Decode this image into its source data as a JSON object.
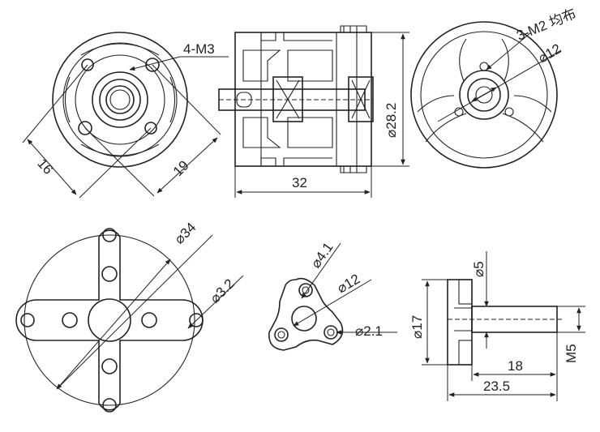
{
  "views": {
    "front": {
      "label_holes": "4-M3",
      "dim_a": "16",
      "dim_b": "19"
    },
    "side": {
      "dim_diameter": "⌀28.2",
      "dim_length": "32"
    },
    "rear": {
      "label_holes": "3-M2 均布",
      "dim_diameter": "⌀12"
    },
    "mount_cross": {
      "dim_outer": "⌀34",
      "dim_hole": "⌀3.2"
    },
    "prop_adapter": {
      "dim_hole": "⌀4.1",
      "dim_center": "⌀12",
      "dim_small": "⌀2.1"
    },
    "shaft_adapter": {
      "dim_bore": "⌀5",
      "dim_outer": "⌀17",
      "dim_thread": "M5",
      "dim_shaft_len": "18",
      "dim_total_len": "23.5"
    }
  }
}
